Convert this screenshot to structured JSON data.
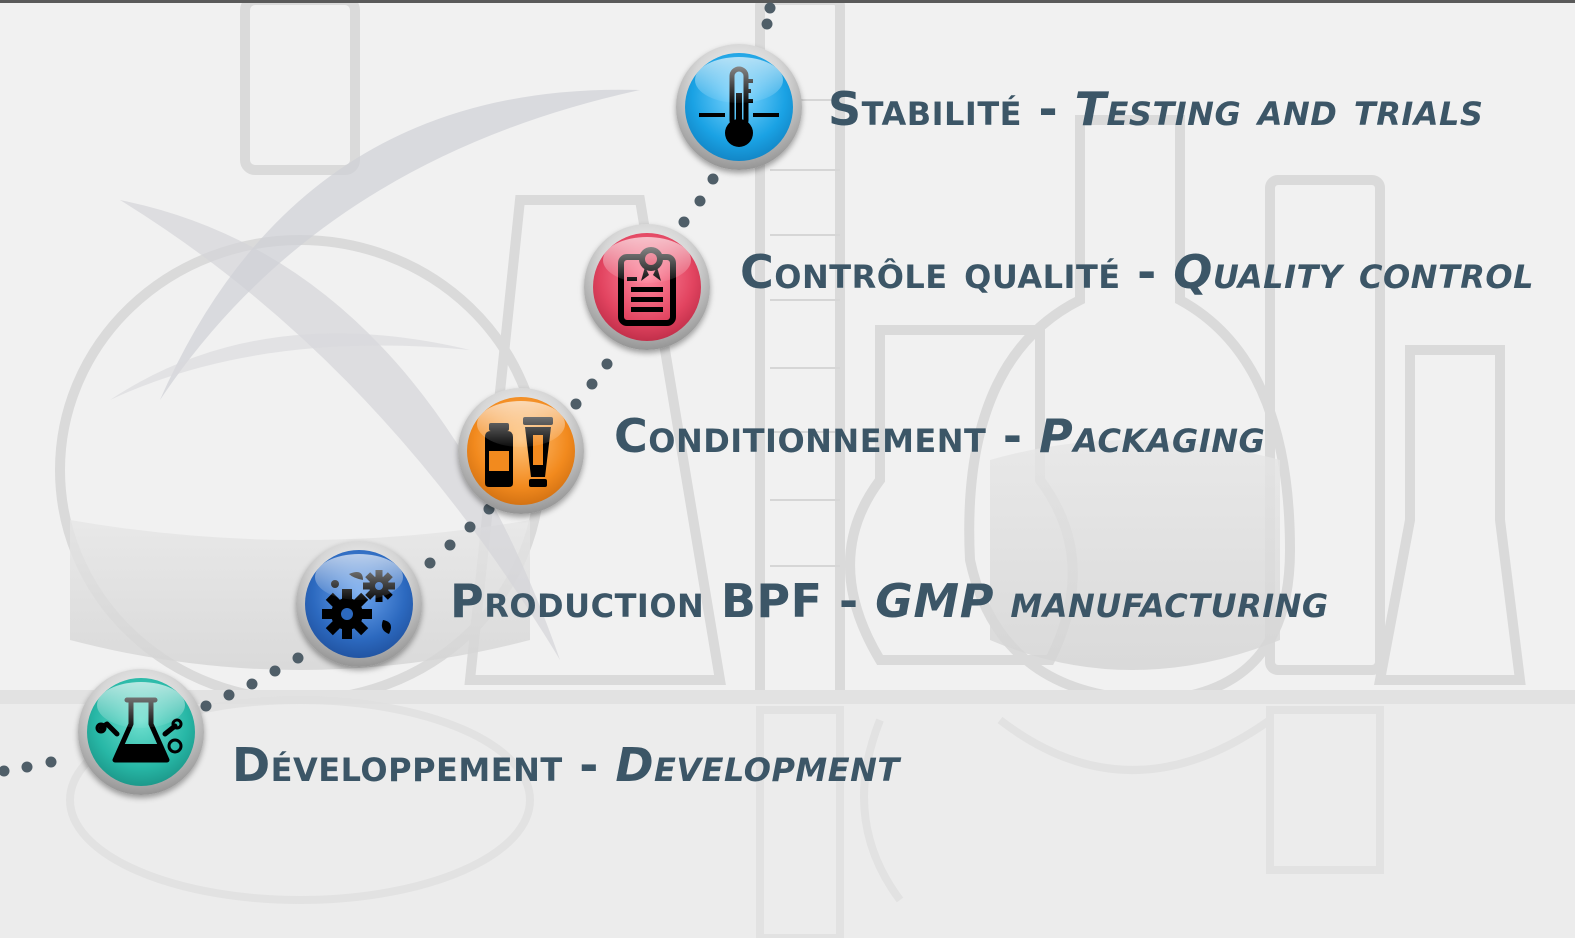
{
  "colors": {
    "text": "#3c5667",
    "development": "#27b7a6",
    "production": "#2c69bf",
    "packaging": "#f28a1e",
    "quality": "#e24460",
    "stability": "#1aa2e4"
  },
  "steps": [
    {
      "fr": "Développement",
      "sep": " - ",
      "en": "Development",
      "icon": "flask-icon"
    },
    {
      "fr": "Production BPF",
      "sep": " - ",
      "en": "GMP manufacturing",
      "icon": "gears-icon"
    },
    {
      "fr": "Conditionnement",
      "sep": " - ",
      "en": "Packaging",
      "icon": "bottle-tube-icon"
    },
    {
      "fr": "Contrôle qualité",
      "sep": " - ",
      "en": "Quality control",
      "icon": "certificate-clipboard-icon"
    },
    {
      "fr": "Stabilité",
      "sep": " - ",
      "en": "Testing and trials",
      "icon": "thermometer-icon"
    }
  ]
}
